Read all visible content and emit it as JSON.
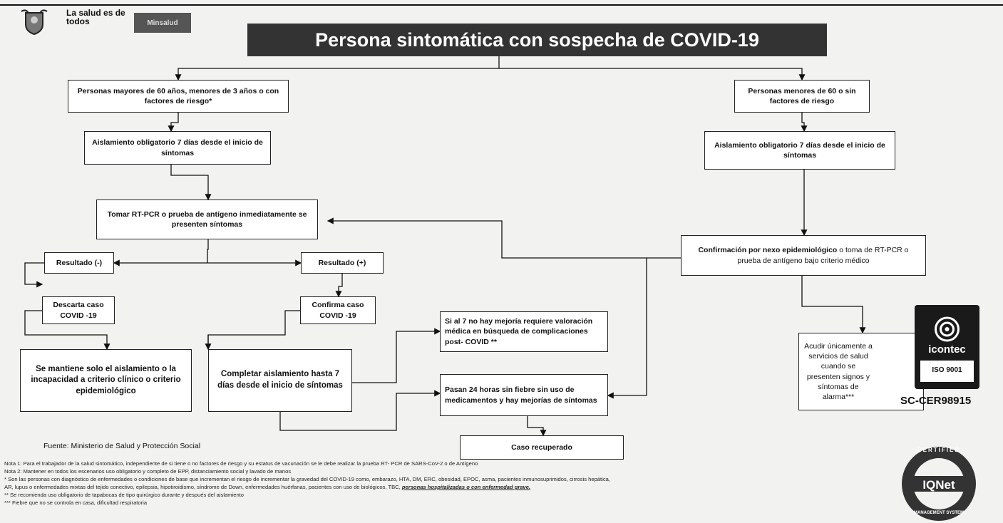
{
  "header": {
    "logo_slogan": "La salud es de todos",
    "logo_ministry": "Minsalud",
    "title": "Persona sintomática con sospecha de COVID-19"
  },
  "nodes": {
    "high_risk": "Personas mayores de 60 años, menores de 3 años o con factores de riesgo*",
    "isolation_left": "Aislamiento obligatorio 7 días desde el inicio de síntomas",
    "low_risk": "Personas menores de 60 o sin factores de riesgo",
    "isolation_right": "Aislamiento obligatorio 7 días desde el inicio de síntomas",
    "take_test": "Tomar RT-PCR o prueba de antígeno inmediatamente se presenten síntomas",
    "confirmation_bold": "Confirmación por nexo epidemiológico",
    "confirmation_rest": " o toma de RT-PCR o prueba de antígeno bajo criterio médico",
    "result_negative": "Resultado (-)",
    "result_positive": "Resultado (+)",
    "discard_case": "Descarta caso COVID -19",
    "confirm_case": "Confirma caso COVID -19",
    "maintain_isolation": "Se mantiene solo el aislamiento o la incapacidad a criterio clínico o criterio epidemiológico",
    "complete_isolation": "Completar aislamiento hasta 7 días desde el inicio de síntomas",
    "no_improvement": "Si al 7 no hay mejoría requiere valoración médica en búsqueda de complicaciones post- COVID **",
    "after_24h": "Pasan 24 horas sin fiebre sin uso de medicamentos y hay mejorías de síntomas",
    "recovered": "Caso recuperado",
    "health_services": "Acudir únicamente a servicios de salud cuando se presenten signos y síntomas de alarma***"
  },
  "footer": {
    "source": "Fuente: Ministerio de Salud y Protección Social",
    "note1": "Nota 1: Para el trabajador de la salud sintomático, independiente de si tiene o no factores de riesgo y su estatus de vacunación se le debe realizar la prueba RT- PCR de SARS-CoV-2 o de Antígeno",
    "note2": "Nota 2: Mantener en todos los escenarios uso obligatorio y completo de EPP, distanciamiento social y lavado de manos",
    "note3": "* Son las personas con diagnóstico de enfermedades o condiciones de base que incrementan el riesgo de incrementar la gravedad del COVID-19 como, embarazo, HTA, DM, ERC, obesidad, EPOC, asma, pacientes inmunosuprimidos, cirrosis hepática,",
    "note4_start": "AR, lupus o enfermedades mixtas del tejido conectivo, epilepsia, hipotiroidismo, síndrome de Down, enfermedades huérfanas, pacientes con uso de biológicos, TBC, ",
    "note4_emph": "personas hospitalizadas o con enfermedad grave.",
    "note5": "** Se recomienda uso obligatorio de tapabocas de tipo quirúrgico durante y después del aislamiento",
    "note6": "*** Fiebre que no se controla en casa, dificultad respiratoria"
  },
  "certs": {
    "icontec_label": "icontec",
    "iso": "ISO 9001",
    "code": "SC-CER98915",
    "iqnet_top": "CERTIFIED",
    "iqnet_mid": "IQNet",
    "iqnet_bottom": "MANAGEMENT SYSTEM"
  }
}
